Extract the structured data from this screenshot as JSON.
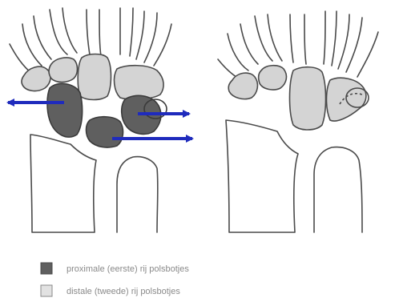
{
  "colors": {
    "background": "#ffffff",
    "outline": "#4a4a4a",
    "proximal_fill": "#5f5f5f",
    "distal_fill": "#d4d4d4",
    "arrow": "#1f2bbd"
  },
  "legend": {
    "items": [
      {
        "label": "proximale (eerste) rij polsbotjes",
        "swatch": "dark-gray"
      },
      {
        "label": "distale (tweede) rij polsbotjes",
        "swatch": "light-gray"
      }
    ]
  },
  "figures": [
    {
      "view": "left-wrist-with-arrows",
      "proximal_row": "highlighted-dark",
      "distal_row": "highlighted-light",
      "arrows": 3
    },
    {
      "view": "right-wrist-outline",
      "distal_row": "highlighted-light"
    }
  ]
}
